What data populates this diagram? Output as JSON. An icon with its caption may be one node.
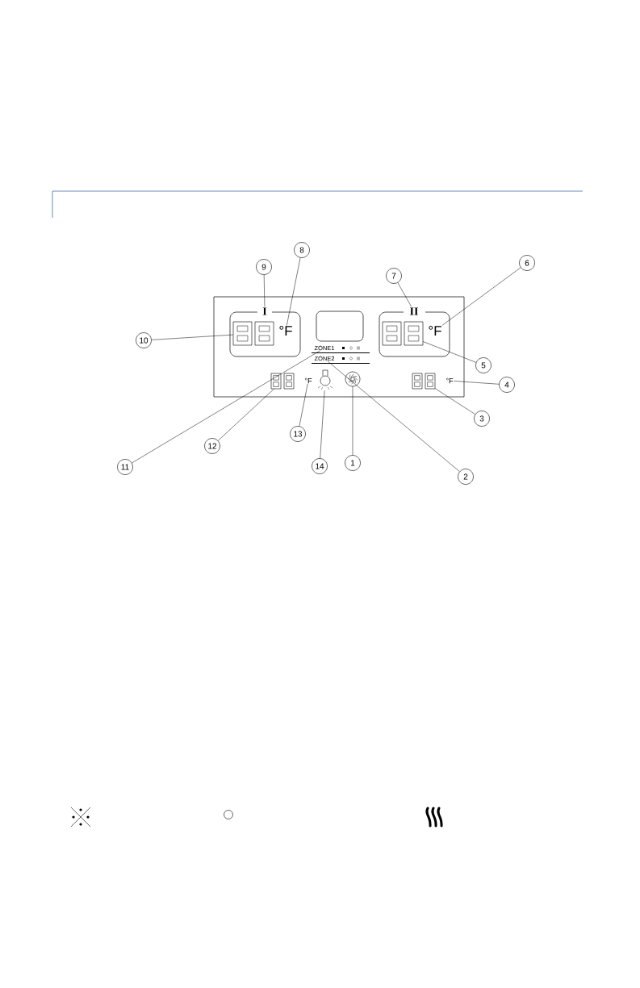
{
  "diagram": {
    "nodes": [
      {
        "text": [
          "1"
        ]
      },
      {
        "text": [
          "2"
        ]
      },
      {
        "text": [
          "3"
        ]
      },
      {
        "text": [
          "4"
        ]
      },
      {
        "text": [
          "5"
        ]
      },
      {
        "text": [
          "6"
        ]
      },
      {
        "text": [
          "7"
        ]
      },
      {
        "text": [
          "8"
        ]
      },
      {
        "text": [
          "9"
        ]
      },
      {
        "text": [
          "10"
        ]
      },
      {
        "text": [
          "11"
        ]
      },
      {
        "text": [
          "12"
        ]
      },
      {
        "text": [
          "13"
        ]
      },
      {
        "text": [
          "14"
        ]
      },
      {
        "text": [
          "I"
        ]
      },
      {
        "text": [
          "II"
        ]
      },
      {
        "text": [
          "°F"
        ]
      },
      {
        "text": [
          "°F"
        ]
      },
      {
        "text": [
          "ZONE1"
        ]
      },
      {
        "text": [
          "ZONE2"
        ]
      },
      {
        "text": [
          "°F"
        ]
      },
      {
        "text": [
          "°F"
        ]
      },
      {
        "text": [],
        "shape": "box"
      },
      {
        "text": [],
        "shape": "box"
      },
      {
        "text": [],
        "shape": "box"
      },
      {
        "text": [],
        "shape": "box"
      },
      {
        "text": [],
        "shape": "bulb"
      },
      {
        "text": [],
        "shape": "fan"
      }
    ],
    "edges": [
      {
        "from": 0,
        "to": 27,
        "arrow": "none"
      },
      {
        "from": 1,
        "to": 19,
        "arrow": "none"
      },
      {
        "from": 2,
        "to": 25,
        "arrow": "none"
      },
      {
        "from": 3,
        "to": 21,
        "arrow": "none"
      },
      {
        "from": 4,
        "to": 23,
        "arrow": "none"
      },
      {
        "from": 5,
        "to": 17,
        "arrow": "none"
      },
      {
        "from": 6,
        "to": 15,
        "arrow": "none"
      },
      {
        "from": 7,
        "to": 16,
        "arrow": "none"
      },
      {
        "from": 8,
        "to": 14,
        "arrow": "none"
      },
      {
        "from": 9,
        "to": 22,
        "arrow": "none"
      },
      {
        "from": 10,
        "to": 18,
        "arrow": "none"
      },
      {
        "from": 11,
        "to": 24,
        "arrow": "none"
      },
      {
        "from": 12,
        "to": 20,
        "arrow": "none"
      },
      {
        "from": 13,
        "to": 26,
        "arrow": "none"
      }
    ]
  }
}
